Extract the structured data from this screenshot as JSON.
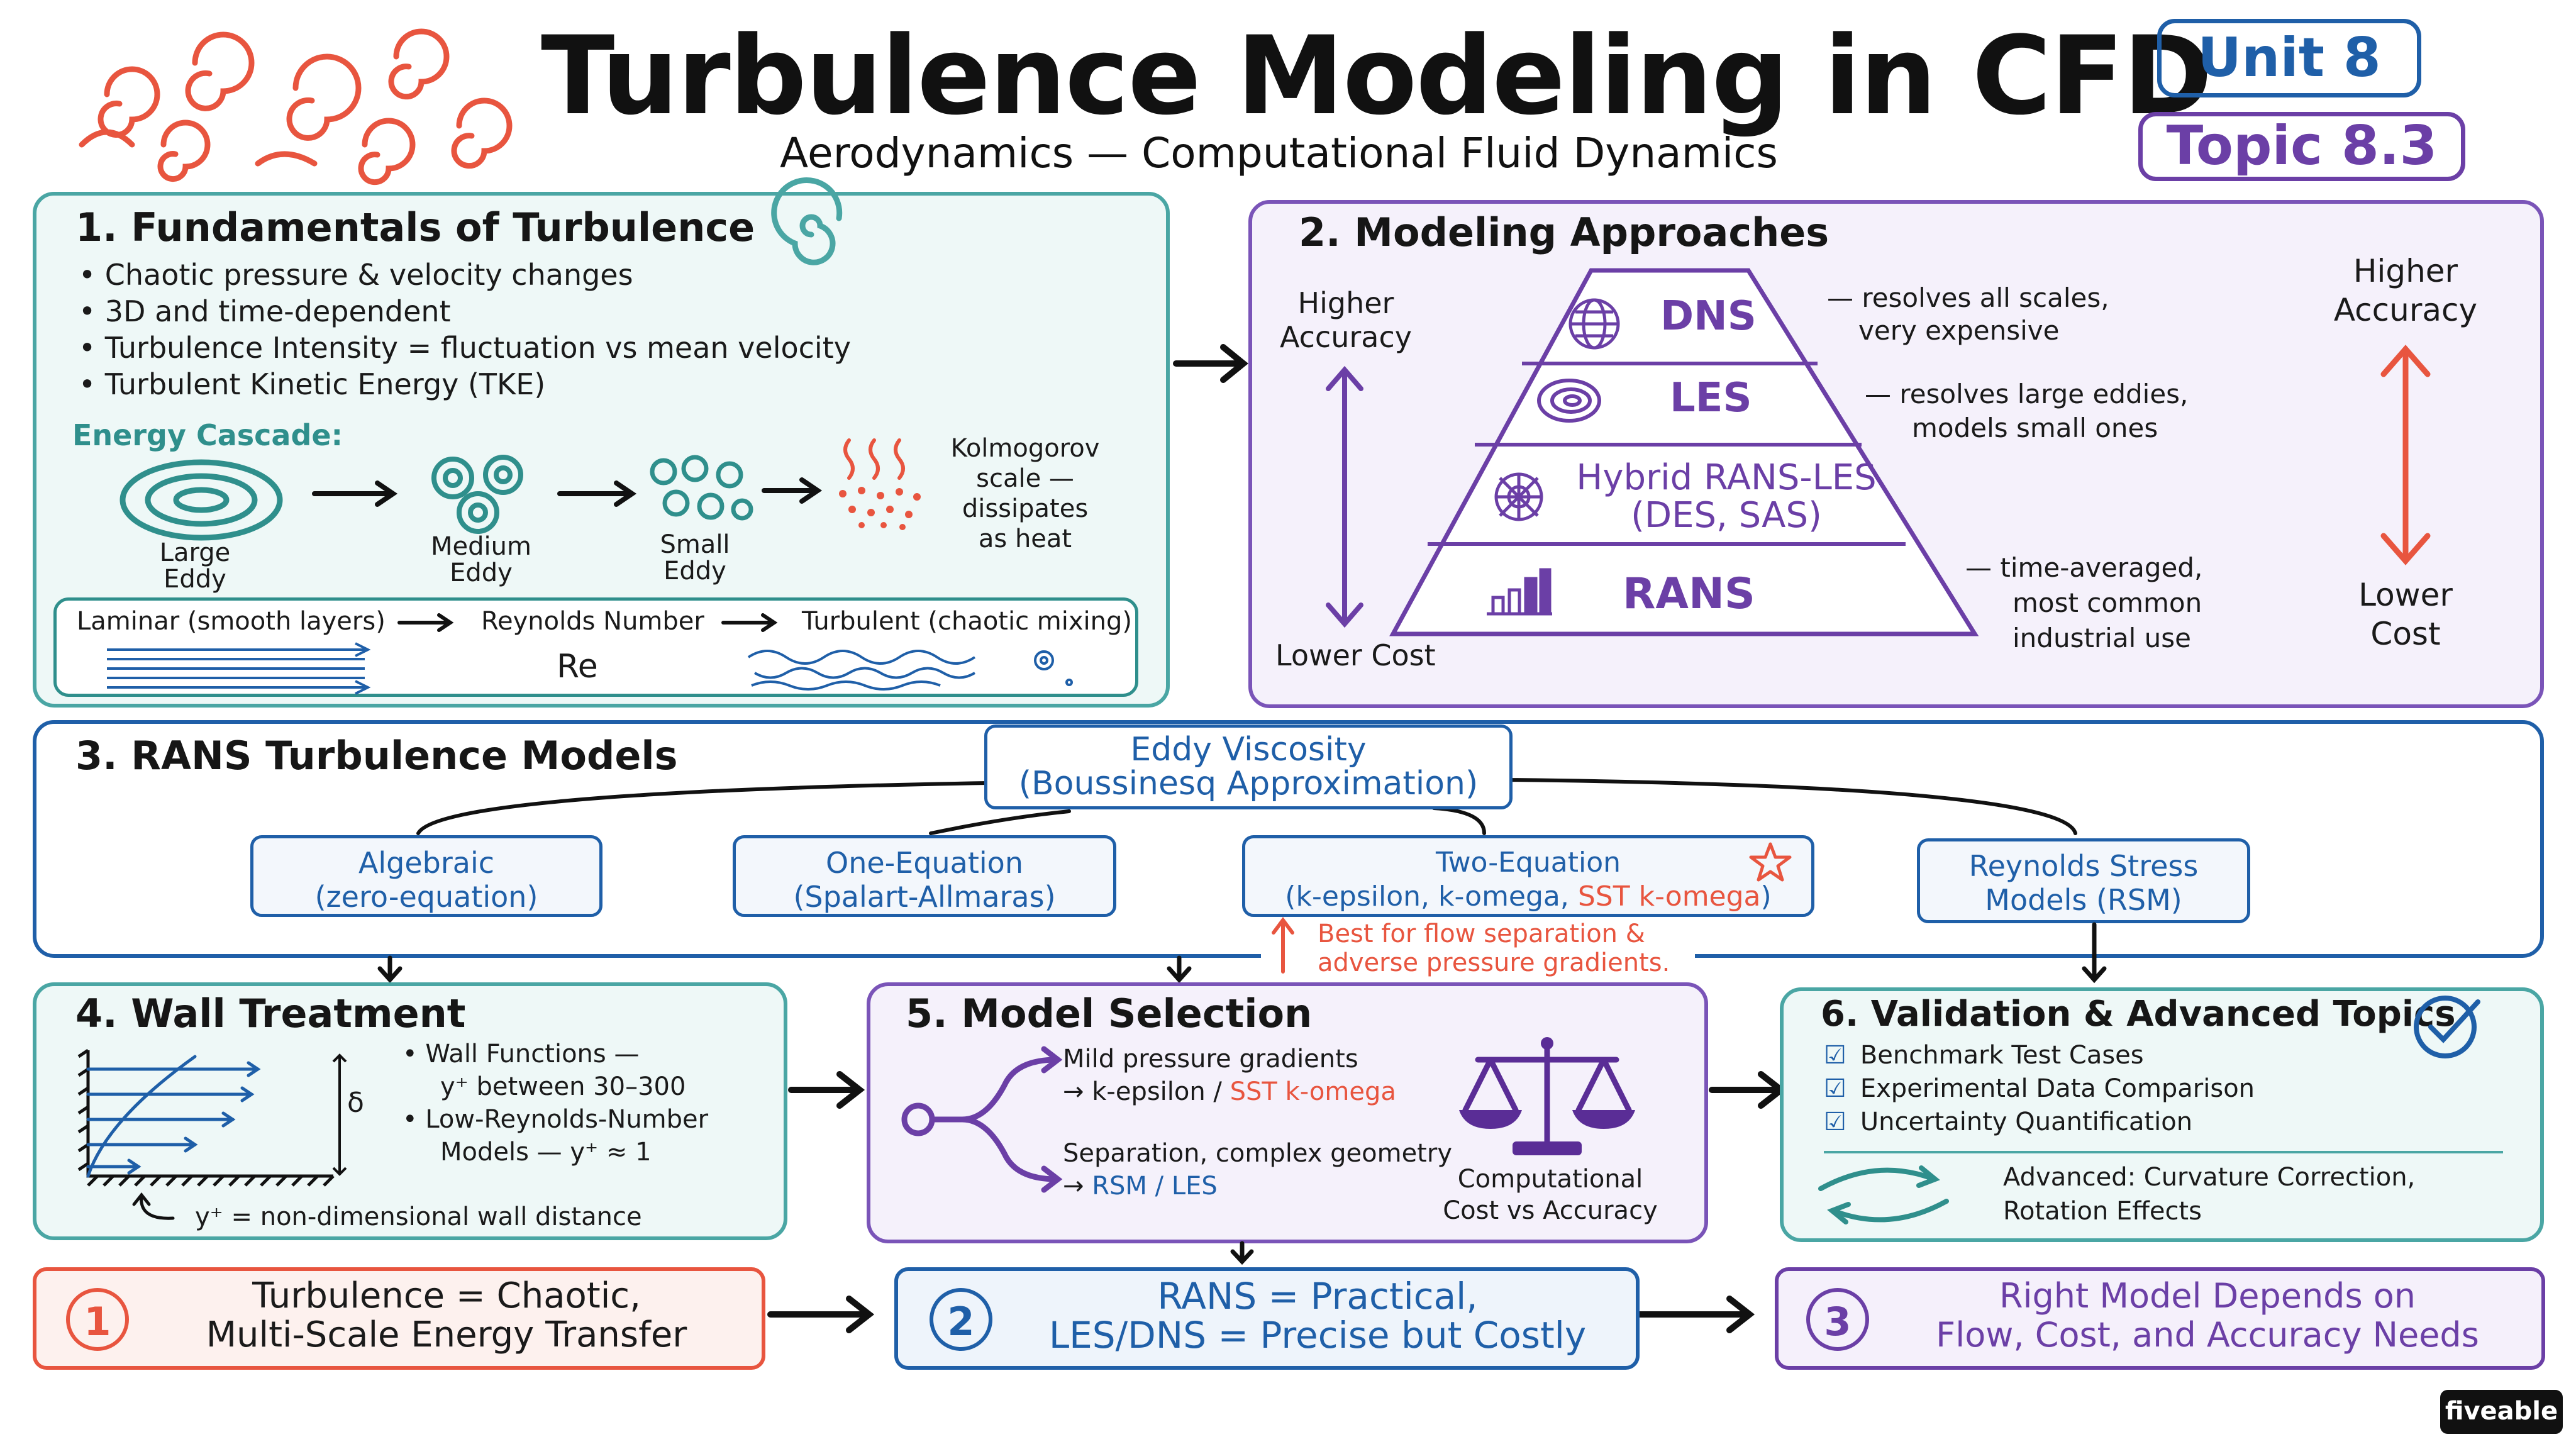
{
  "header": {
    "title": "Turbulence Modeling in CFD",
    "subtitle": "Aerodynamics — Computational Fluid Dynamics",
    "unit": "Unit 8",
    "topic": "Topic 8.3"
  },
  "s1": {
    "heading": "1. Fundamentals of Turbulence",
    "bullets": [
      "Chaotic pressure & velocity changes",
      "3D and time-dependent",
      "Turbulence Intensity = fluctuation vs mean velocity",
      "Turbulent Kinetic Energy (TKE)"
    ],
    "cascade_label": "Energy Cascade:",
    "eddies": [
      "Large Eddy",
      "Medium Eddy",
      "Small Eddy"
    ],
    "kolmogorov": [
      "Kolmogorov",
      "scale —",
      "dissipates",
      "as heat"
    ],
    "flow": {
      "laminar": "Laminar (smooth layers)",
      "reynolds": "Reynolds Number",
      "re": "Re",
      "turbulent": "Turbulent (chaotic mixing)"
    }
  },
  "s2": {
    "heading": "2. Modeling Approaches",
    "left_top": [
      "Higher",
      "Accuracy"
    ],
    "left_bottom": "Lower Cost",
    "right_top": [
      "Higher",
      "Accuracy"
    ],
    "right_bottom": [
      "Lower",
      "Cost"
    ],
    "levels": [
      {
        "label": "DNS",
        "note": [
          "— resolves all scales,",
          "very expensive"
        ]
      },
      {
        "label": "LES",
        "note": [
          "— resolves large eddies,",
          "models small ones"
        ]
      },
      {
        "label": "Hybrid RANS-LES",
        "sub": "(DES, SAS)",
        "note": []
      },
      {
        "label": "RANS",
        "note": [
          "— time-averaged,",
          "most common",
          "industrial use"
        ]
      }
    ]
  },
  "s3": {
    "heading": "3. RANS Turbulence Models",
    "root": [
      "Eddy Viscosity",
      "(Boussinesq Approximation)"
    ],
    "models": [
      [
        "Algebraic",
        "(zero-equation)"
      ],
      [
        "One-Equation",
        "(Spalart-Allmaras)"
      ],
      [
        "Two-Equation",
        "(k-epsilon, k-omega, ",
        "SST k-omega",
        ")"
      ],
      [
        "Reynolds Stress",
        "Models (RSM)"
      ]
    ],
    "best_note": [
      "Best for flow separation &",
      "adverse pressure gradients."
    ]
  },
  "s4": {
    "heading": "4. Wall Treatment",
    "bullets": [
      [
        "Wall Functions —",
        "y⁺ between 30–300"
      ],
      [
        "Low-Reynolds-Number",
        "Models — y⁺ ≈ 1"
      ]
    ],
    "delta": "δ",
    "yplus_note": "y⁺ = non-dimensional wall distance"
  },
  "s5": {
    "heading": "5. Model Selection",
    "case1": [
      "Mild pressure gradients",
      "→ k-epsilon / ",
      "SST k-omega"
    ],
    "case2": [
      "Separation, complex geometry",
      "→ ",
      "RSM / LES"
    ],
    "scale_label": [
      "Computational",
      "Cost vs Accuracy"
    ]
  },
  "s6": {
    "heading": "6. Validation & Advanced Topics",
    "checks": [
      "Benchmark Test Cases",
      "Experimental Data Comparison",
      "Uncertainty Quantification"
    ],
    "advanced": [
      "Advanced: Curvature Correction,",
      "Rotation Effects"
    ]
  },
  "takeaways": [
    {
      "num": "1",
      "lines": [
        "Turbulence = Chaotic,",
        "Multi-Scale Energy Transfer"
      ],
      "color": "#e8553f"
    },
    {
      "num": "2",
      "lines": [
        "RANS = Practical,",
        "LES/DNS = Precise but Costly"
      ],
      "color": "#1f5fa8"
    },
    {
      "num": "3",
      "lines": [
        "Right Model Depends on",
        "Flow, Cost, and Accuracy Needs"
      ],
      "color": "#6b3fa6"
    }
  ],
  "brand": "fiveable",
  "colors": {
    "teal": "#4aa6a4",
    "purple": "#7a54b8",
    "blue": "#1f5fa8",
    "red": "#e8553f"
  }
}
